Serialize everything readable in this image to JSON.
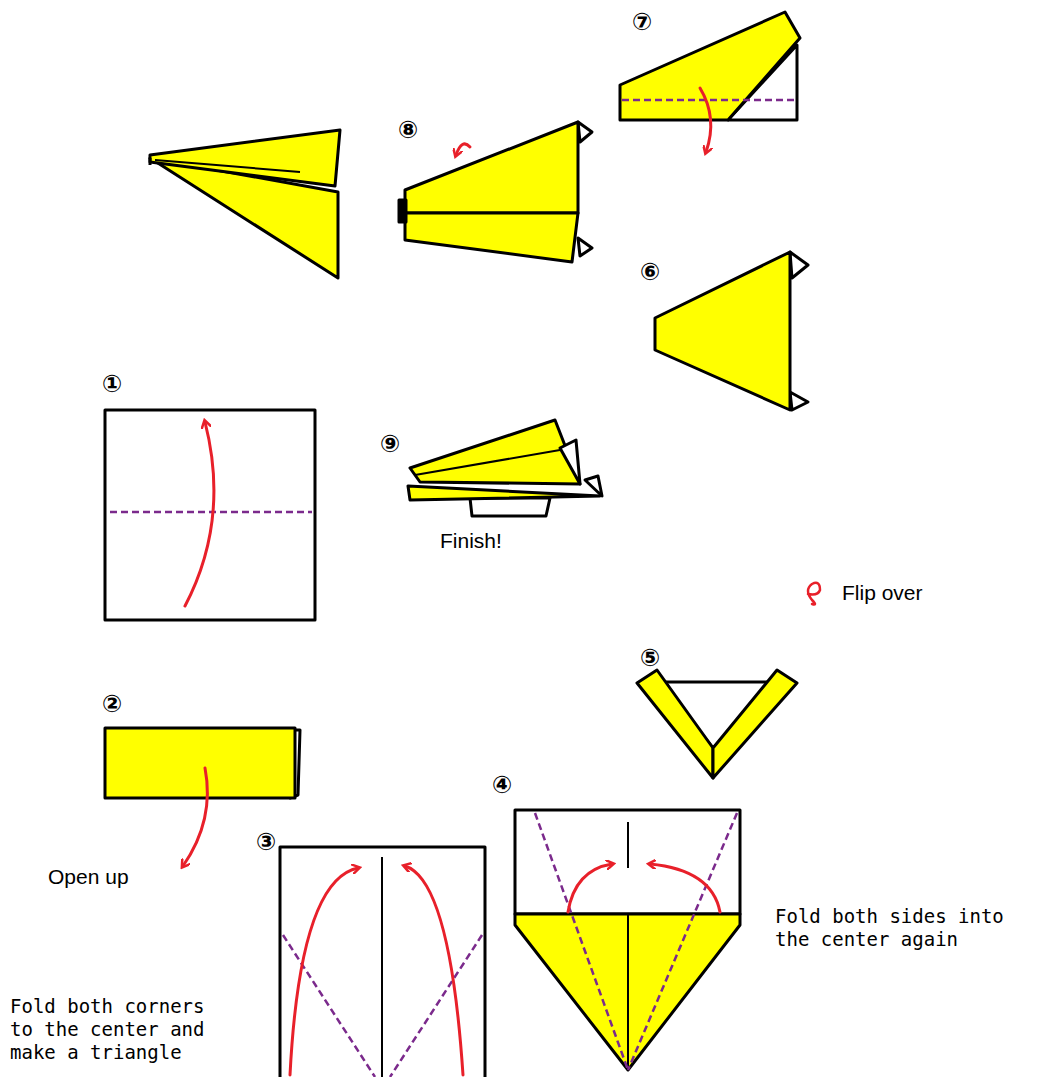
{
  "diagram": {
    "labels": [
      "⑦",
      "⑧",
      "⑥",
      "①",
      "⑨",
      "Finish!",
      "Flip over",
      "⑤",
      "②",
      "Open up",
      "③",
      "④",
      "Fold both corners to the center and make a triangle",
      "Fold both sides into the center again"
    ]
  }
}
